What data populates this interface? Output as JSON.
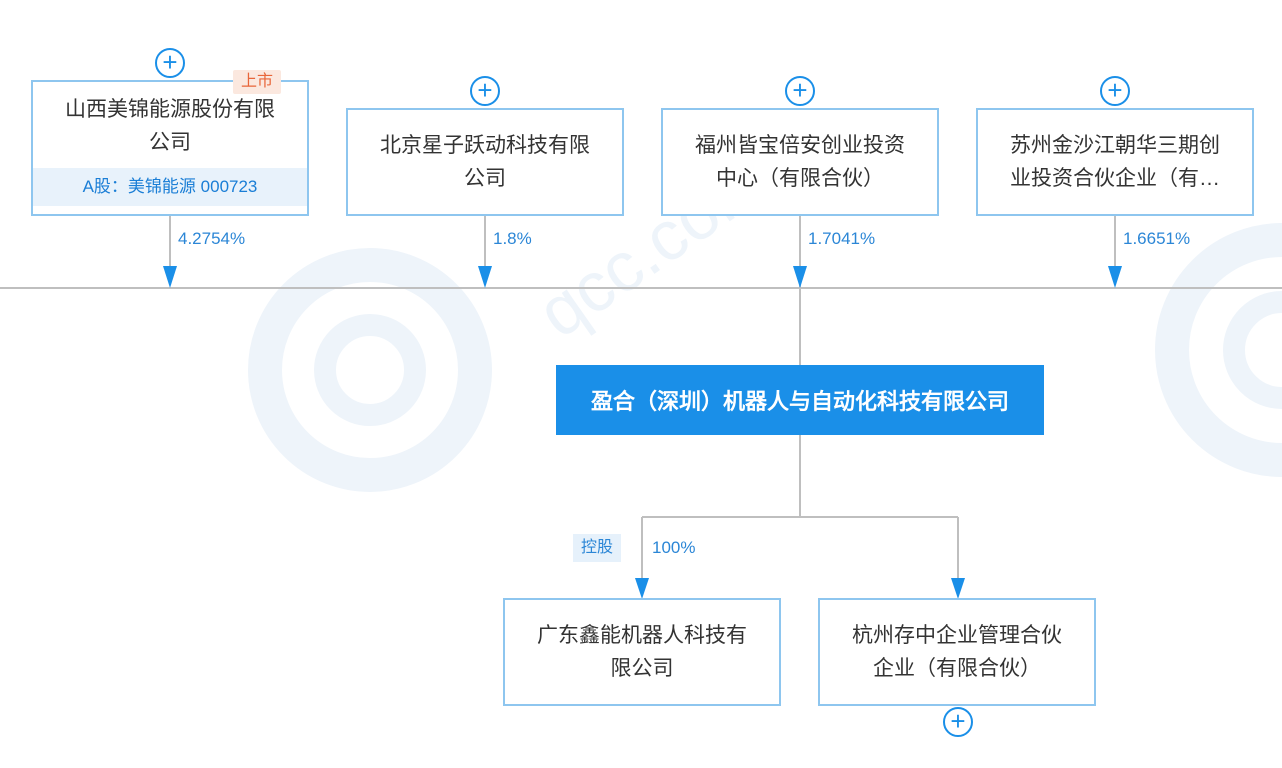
{
  "watermark_text": "qcc.com",
  "shareholders": [
    {
      "name": "山西美锦能源股份有限公司",
      "badge": "上市",
      "stock": "A股：美锦能源 000723",
      "percent": "4.2754%"
    },
    {
      "name": "北京星子跃动科技有限公司",
      "percent": "1.8%"
    },
    {
      "name": "福州皆宝倍安创业投资中心（有限合伙）",
      "percent": "1.7041%"
    },
    {
      "name": "苏州金沙江朝华三期创业投资合伙企业（有限合伙…",
      "percent": "1.6651%"
    }
  ],
  "company": {
    "name": "盈合（深圳）机器人与自动化科技有限公司"
  },
  "subsidiaries": [
    {
      "name": "广东鑫能机器人科技有限公司",
      "tag": "控股",
      "percent": "100%"
    },
    {
      "name": "杭州存中企业管理合伙企业（有限合伙）"
    }
  ],
  "colors": {
    "accent": "#1a8fe8",
    "card_border": "#8ec6ef",
    "percent_text": "#2b86d6",
    "badge_bg": "#fbe8df",
    "badge_text": "#e8663a"
  },
  "icons": {
    "expand": "plus-circle-icon"
  }
}
